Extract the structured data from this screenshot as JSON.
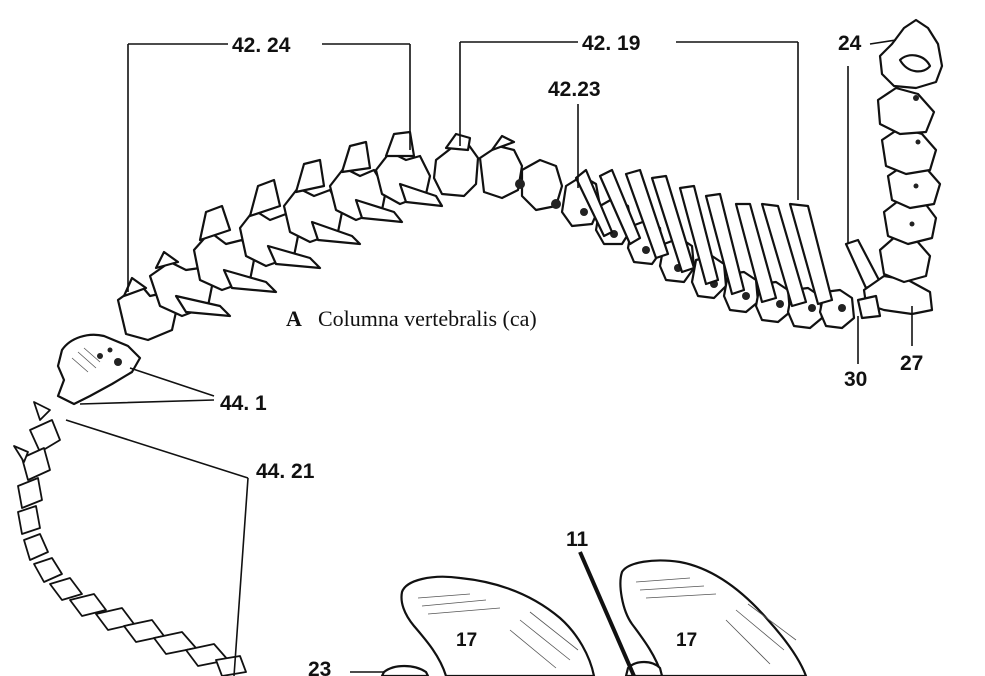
{
  "caption": {
    "letter": "A",
    "text": "Columna vertebralis (ca)"
  },
  "labels": {
    "l_42_24": "42. 24",
    "l_42_19": "42. 19",
    "l_42_23": "42.23",
    "l_24": "24",
    "l_44_1": "44. 1",
    "l_44_21": "44. 21",
    "l_30": "30",
    "l_27": "27",
    "l_11": "11",
    "l_17_left": "17",
    "l_17_right": "17",
    "l_23": "23"
  }
}
